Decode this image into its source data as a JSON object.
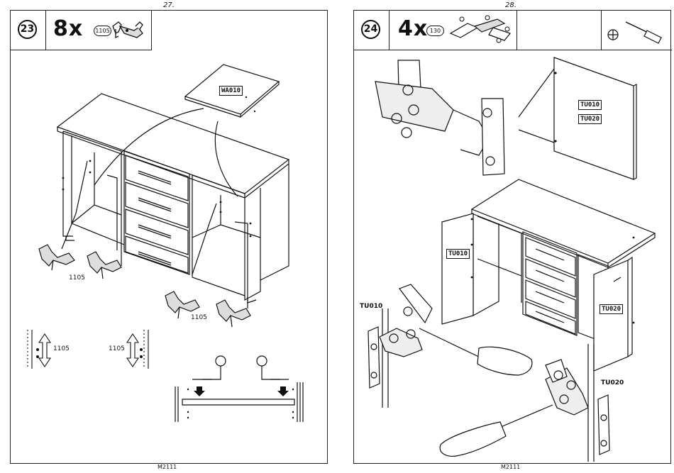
{
  "page_left": {
    "page_number": "27.",
    "step": "23",
    "quantity": "8x",
    "part_code": "1105",
    "panel_label": "WA010",
    "callout_1": "1105",
    "callout_2": "1105",
    "callout_3": "1105",
    "callout_4": "1105",
    "footer": "M2111"
  },
  "page_right": {
    "page_number": "28.",
    "step": "24",
    "quantity": "4x",
    "part_code": "130",
    "door_label_1": "TU010",
    "door_label_2": "TU020",
    "cabinet_label_1": "TU010",
    "cabinet_label_2": "TU020",
    "callout_left": "TU010",
    "callout_right": "TU020",
    "footer": "M2111"
  },
  "icons": [
    "bracket-icon",
    "hinge-icon",
    "screwdriver-icon",
    "phillips-icon"
  ]
}
